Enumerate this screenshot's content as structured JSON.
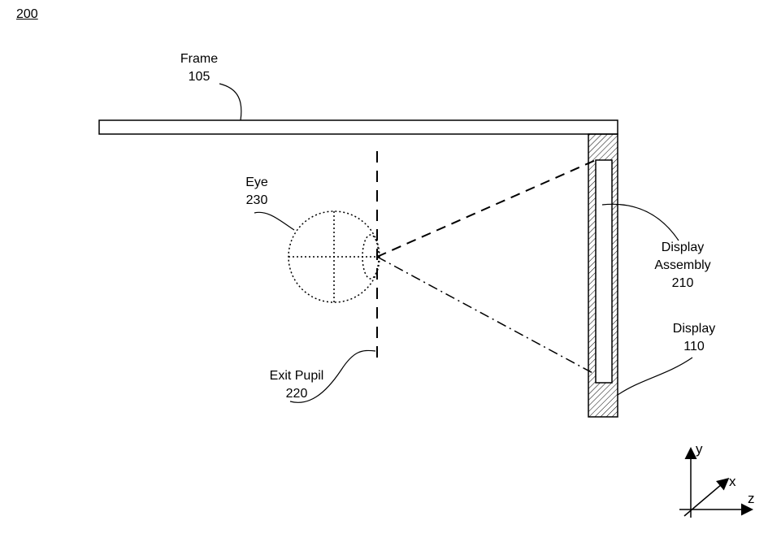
{
  "figure_number": "200",
  "labels": {
    "frame": {
      "name": "Frame",
      "ref": "105"
    },
    "eye": {
      "name": "Eye",
      "ref": "230"
    },
    "display_assembly": {
      "line1": "Display",
      "line2": "Assembly",
      "ref": "210"
    },
    "display": {
      "name": "Display",
      "ref": "110"
    },
    "exit_pupil": {
      "name": "Exit Pupil",
      "ref": "220"
    }
  },
  "axes": {
    "y": "y",
    "x": "x",
    "z": "z"
  }
}
